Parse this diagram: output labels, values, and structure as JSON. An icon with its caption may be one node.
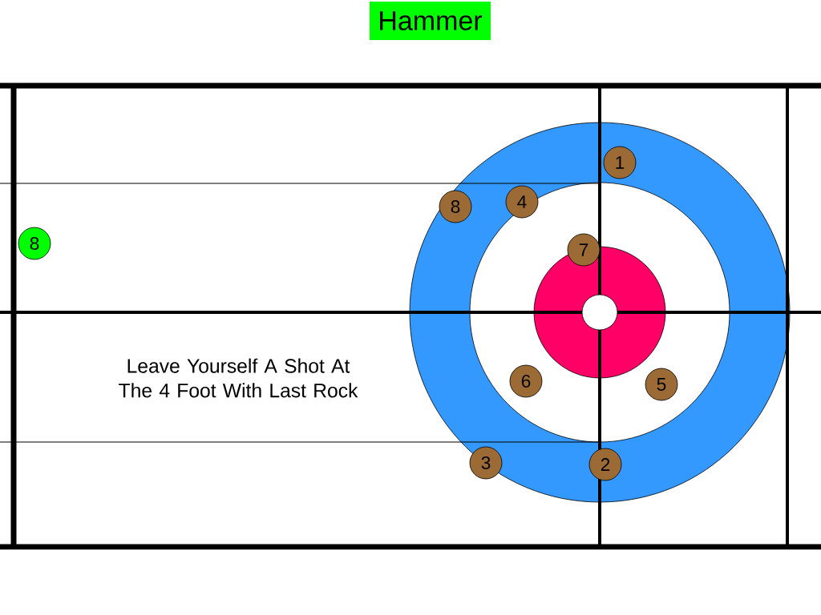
{
  "diagram": {
    "nodes": [
      {
        "text": [
          "Hammer"
        ]
      },
      {
        "text": [
          "1"
        ]
      },
      {
        "text": [
          "8"
        ]
      },
      {
        "text": [
          "4"
        ]
      },
      {
        "text": [
          "8"
        ]
      },
      {
        "text": [
          "7"
        ]
      },
      {
        "text": [
          "6"
        ]
      },
      {
        "text": [
          "5"
        ]
      },
      {
        "text": [
          "3"
        ]
      },
      {
        "text": [
          "2"
        ]
      }
    ],
    "labels": [
      "Leave Yourself A Shot At The 4 Foot With Last Rock"
    ]
  }
}
